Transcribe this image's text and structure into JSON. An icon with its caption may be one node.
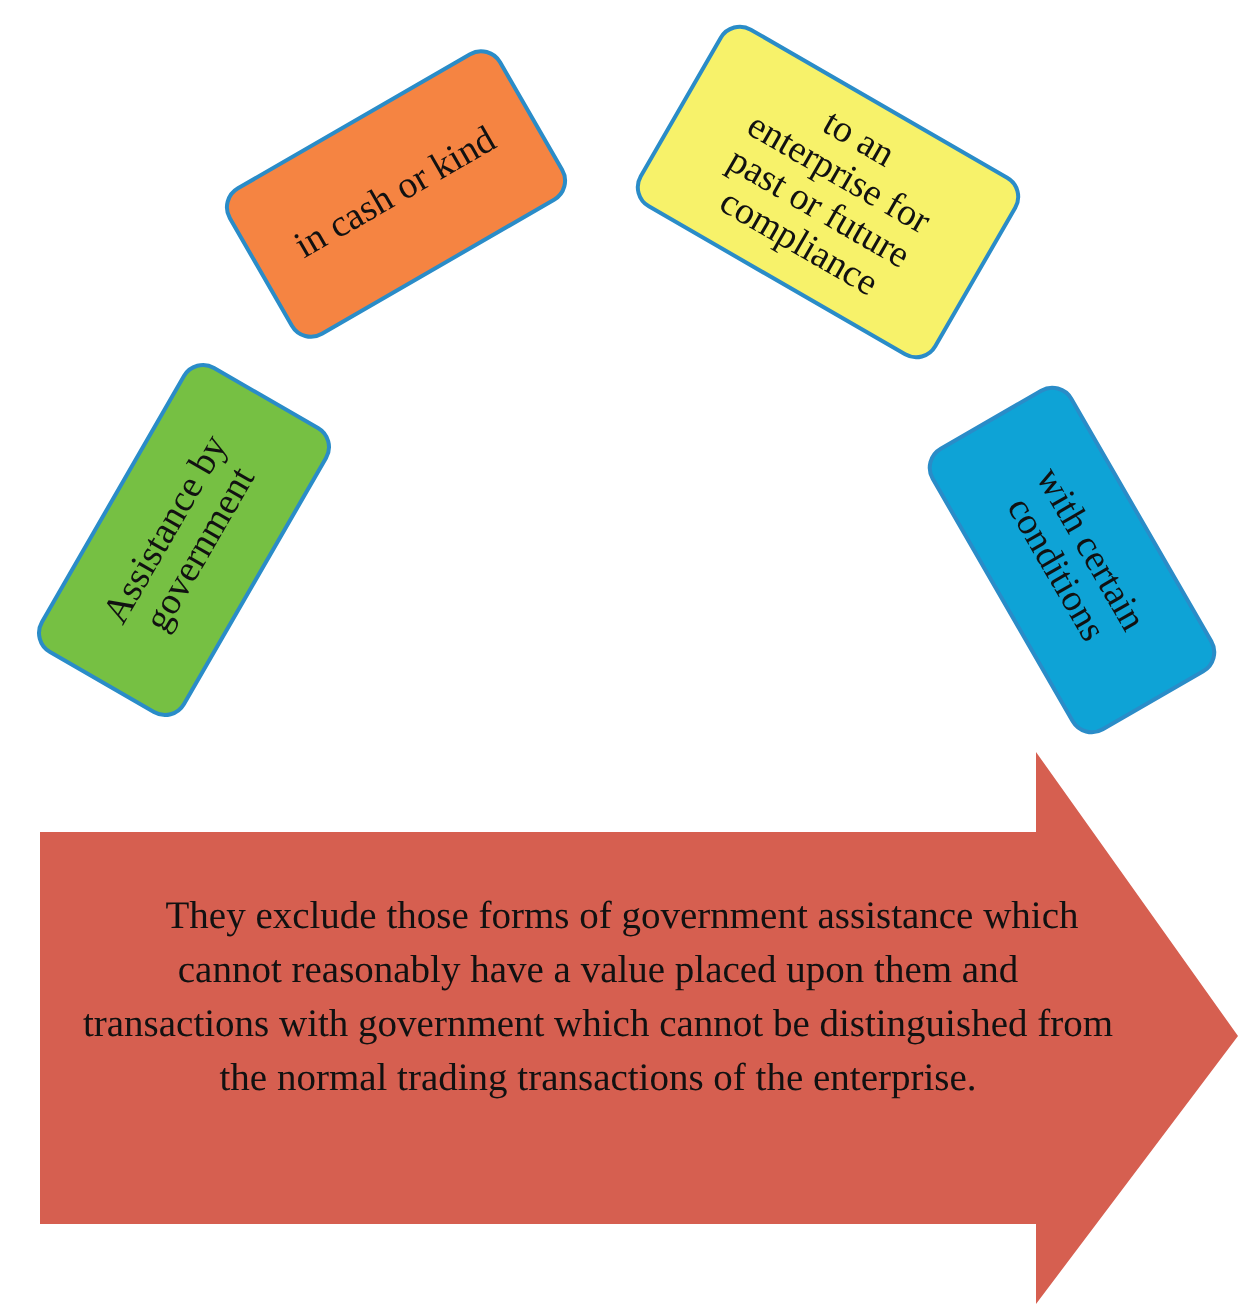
{
  "diagram": {
    "nodes": [
      {
        "text": [
          "Assistance by government"
        ]
      },
      {
        "text": [
          "in cash or kind"
        ]
      },
      {
        "text": [
          "to an enterprise for past or future compliance"
        ]
      },
      {
        "text": [
          "with certain conditions"
        ]
      },
      {
        "text": [
          "They exclude those forms of government assistance which cannot reasonably have a value placed upon them and transactions with government which cannot be distinguished from the normal trading transactions of the enterprise."
        ]
      }
    ]
  }
}
